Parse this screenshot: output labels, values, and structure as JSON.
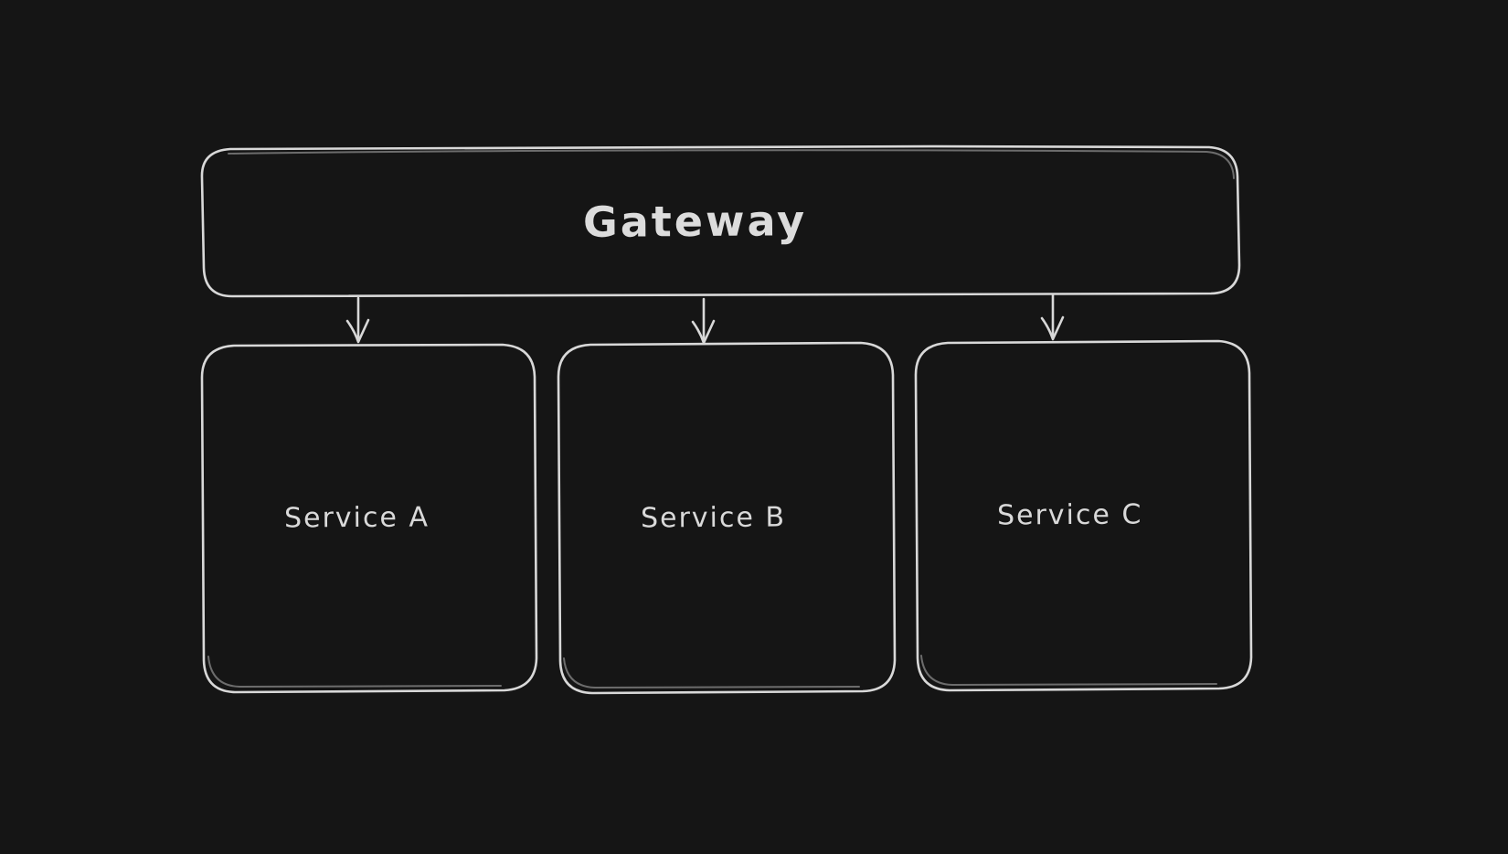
{
  "theme": {
    "canvas_background": "#151515",
    "stroke_color": "#d8d8d8",
    "label_color": "#dcdcdc"
  },
  "diagram": {
    "nodes": [
      {
        "id": "gateway",
        "label": "Gateway",
        "shape": "rounded-rectangle"
      },
      {
        "id": "service-a",
        "label": "Service A",
        "shape": "rounded-rectangle"
      },
      {
        "id": "service-b",
        "label": "Service B",
        "shape": "rounded-rectangle"
      },
      {
        "id": "service-c",
        "label": "Service C",
        "shape": "rounded-rectangle"
      }
    ],
    "edges": [
      {
        "from": "Gateway",
        "to": "Service A",
        "type": "arrow",
        "direction": "down"
      },
      {
        "from": "Gateway",
        "to": "Service B",
        "type": "arrow",
        "direction": "down"
      },
      {
        "from": "Gateway",
        "to": "Service C",
        "type": "arrow",
        "direction": "down"
      }
    ]
  }
}
